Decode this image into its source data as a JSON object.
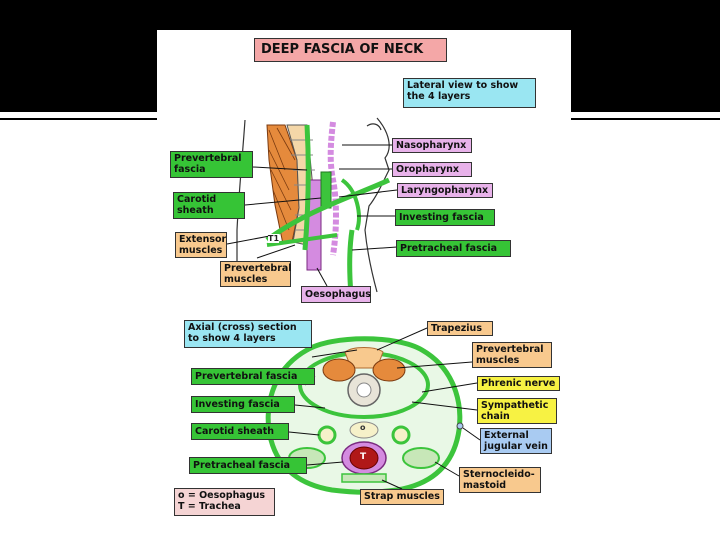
{
  "title": "DEEP FASCIA OF NECK",
  "lateral": {
    "caption": "Lateral view to show\nthe 4 layers",
    "labels": {
      "prevertebral_fascia": "Prevertebral\nfascia",
      "carotid_sheath": "Carotid\nsheath",
      "extensor_muscles": "Extensor\nmuscles",
      "prevertebral_muscles": "Prevertebral\nmuscles",
      "nasopharynx": "Nasopharynx",
      "oropharynx": "Oropharynx",
      "laryngopharynx": "Laryngopharynx",
      "investing_fascia": "Investing fascia",
      "pretracheal_fascia": "Pretracheal fascia",
      "oesophagus": "Oesophagus",
      "t1": "T1"
    }
  },
  "axial": {
    "caption": "Axial (cross) section\nto show 4 layers",
    "labels": {
      "trapezius": "Trapezius",
      "prevertebral_muscles": "Prevertebral\nmuscles",
      "prevertebral_fascia": "Prevertebral fascia",
      "phrenic_nerve": "Phrenic nerve",
      "investing_fascia": "Investing fascia",
      "sympathetic_chain": "Sympathetic\nchain",
      "carotid_sheath": "Carotid sheath",
      "external_jugular_vein": "External\njugular vein",
      "pretracheal_fascia": "Pretracheal fascia",
      "sternocleidomastoid": "Sternocleido-\nmastoid",
      "strap_muscles": "Strap muscles",
      "key": "o = Oesophagus\nT = Trachea",
      "o": "o",
      "t": "T"
    }
  },
  "colors": {
    "fascia_green": "#3cc43c",
    "muscle_orange": "#e58a3c",
    "pharynx_violet": "#d48be0",
    "trachea_red": "#b01818"
  }
}
